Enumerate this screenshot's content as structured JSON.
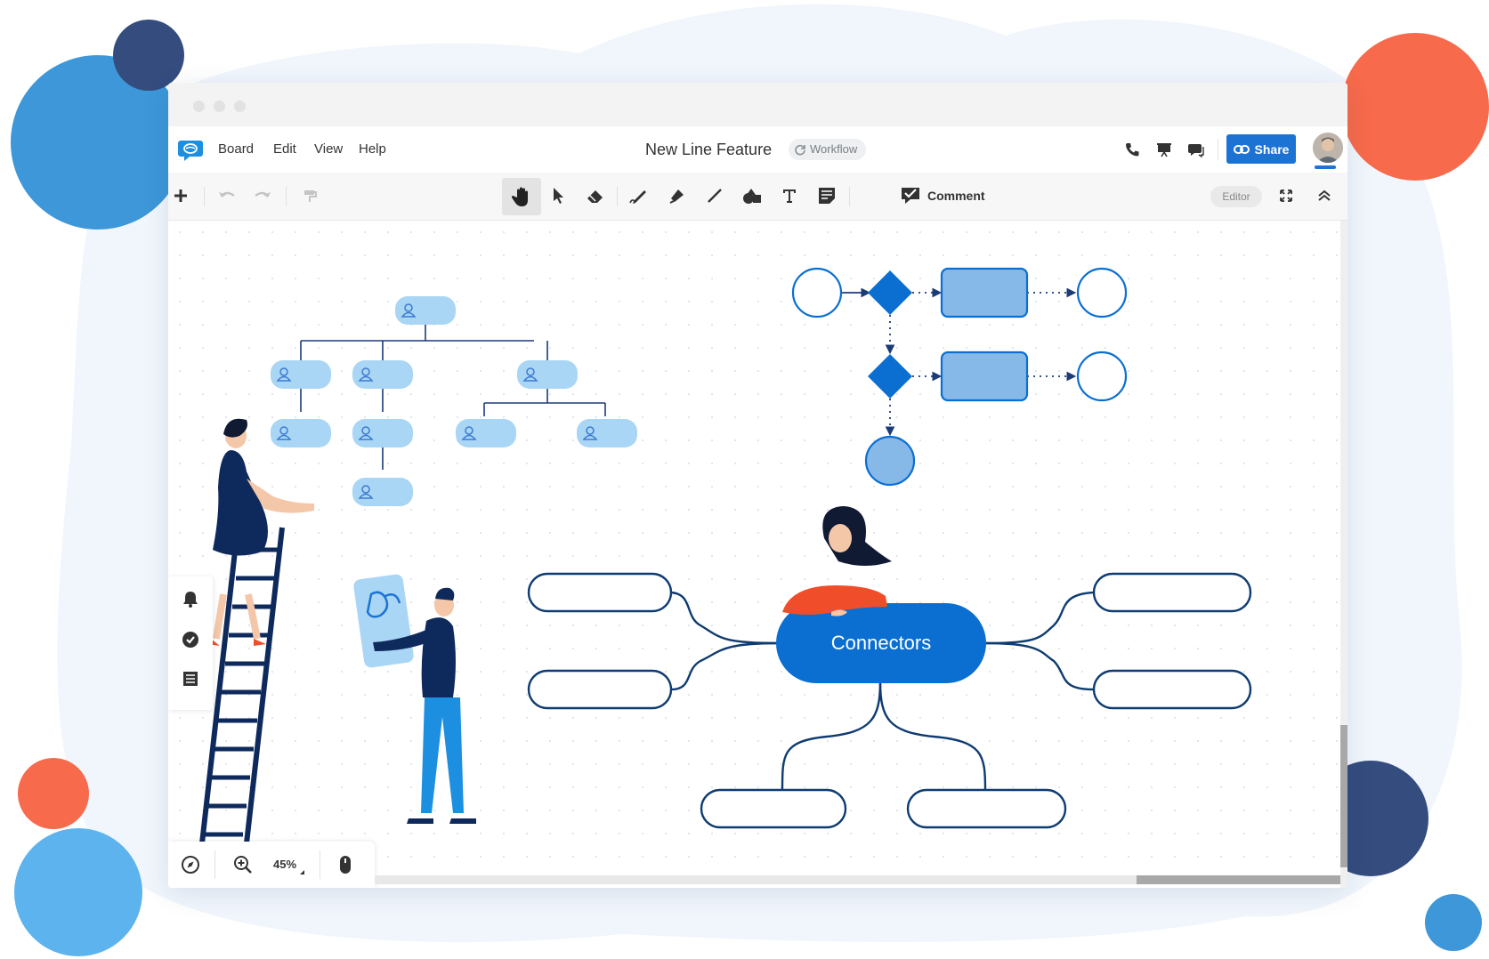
{
  "menu": {
    "items": [
      {
        "label": "Board"
      },
      {
        "label": "Edit"
      },
      {
        "label": "View"
      },
      {
        "label": "Help"
      }
    ]
  },
  "document": {
    "title": "New Line Feature",
    "workflow_label": "Workflow"
  },
  "header_actions": {
    "share_label": "Share"
  },
  "toolbar": {
    "comment_label": "Comment",
    "editor_badge": "Editor"
  },
  "canvas": {
    "mindmap_center_label": "Connectors",
    "zoom_level": "45%"
  },
  "colors": {
    "brand_blue": "#1d73d4",
    "node_light_blue": "#a9d6f5",
    "flow_blue": "#0a6fd1",
    "flow_fill": "#86b9e8",
    "accent_coral": "#f76a4b",
    "deco_navy": "#344c7e"
  }
}
